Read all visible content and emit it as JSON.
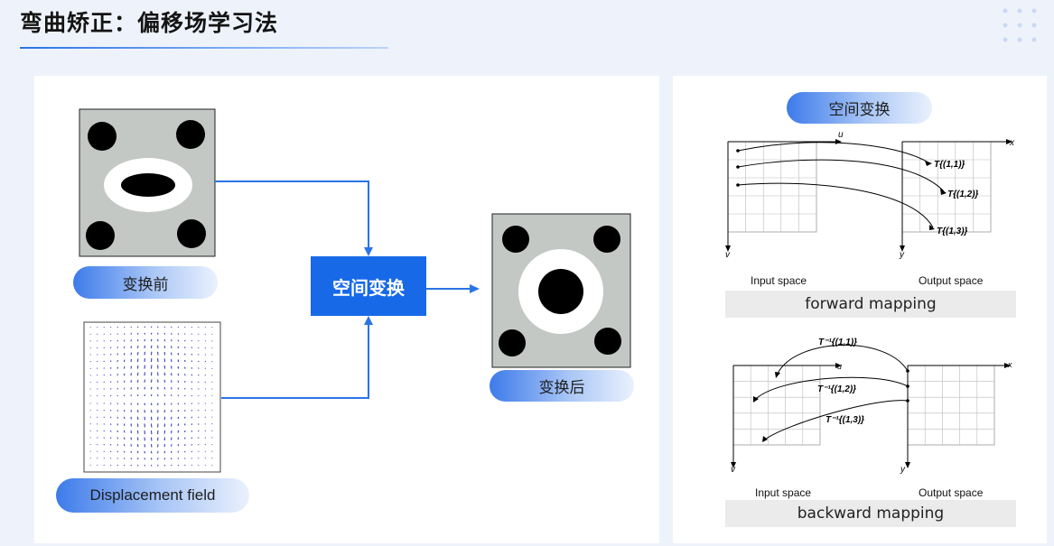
{
  "title": "弯曲矫正：偏移场学习法",
  "left": {
    "before_label": "变换前",
    "field_label": "Displacement field",
    "transform_label": "空间变换",
    "after_label": "变换后"
  },
  "right": {
    "header": "空间变换",
    "forward": {
      "axis_u": "u",
      "axis_v": "v",
      "axis_x": "x",
      "axis_y": "y",
      "labels": [
        "T{(1,1)}",
        "T{(1,2)}",
        "T{(1,3)}"
      ],
      "input_caption": "Input space",
      "output_caption": "Output space",
      "bar_label": "forward mapping"
    },
    "backward": {
      "axis_u": "u",
      "axis_v": "v",
      "axis_x": "x",
      "axis_y": "y",
      "labels": [
        "T⁻¹{(1,1)}",
        "T⁻¹{(1,2)}",
        "T⁻¹{(1,3)}"
      ],
      "input_caption": "Input space",
      "output_caption": "Output space",
      "bar_label": "backward mapping"
    }
  },
  "colors": {
    "accent": "#1769e8",
    "image_bg": "#c3c8c4",
    "arrow": "#2b74e6"
  }
}
